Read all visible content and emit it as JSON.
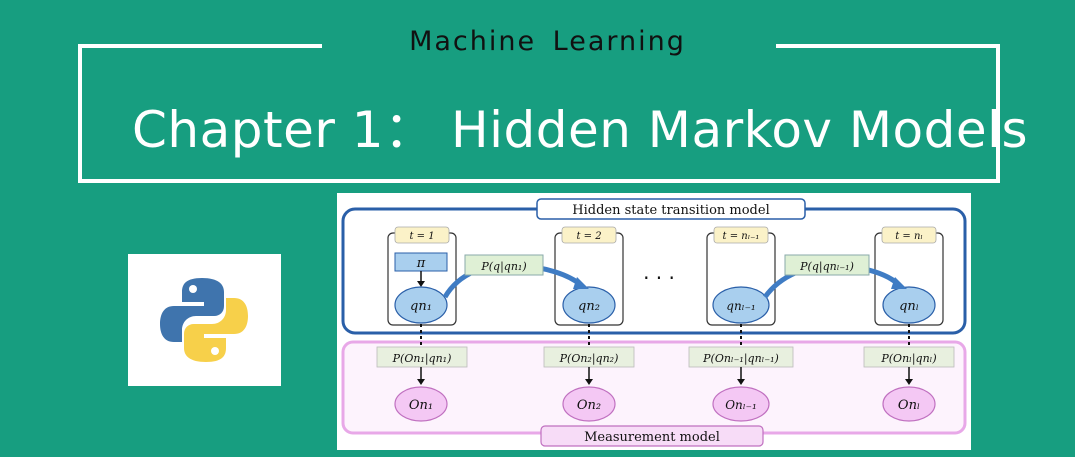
{
  "header": {
    "subtitle": "Machine  Learning",
    "title": "Chapter 1：  Hidden Markov Models"
  },
  "logo": {
    "icon": "python-logo-icon"
  },
  "diagram": {
    "hidden_model_label": "Hidden state transition model",
    "measurement_model_label": "Measurement model",
    "pi_label": "π",
    "ellipsis": "· · ·",
    "columns": [
      {
        "time": "t = 1",
        "state": "qn₁",
        "emission": "P(On₁|qn₁)",
        "obs": "On₁"
      },
      {
        "time": "t = 2",
        "state": "qn₂",
        "emission": "P(On₂|qn₂)",
        "obs": "On₂"
      },
      {
        "time": "t = nₗ₋₁",
        "state": "qnₗ₋₁",
        "emission": "P(Onₗ₋₁|qnₗ₋₁)",
        "obs": "Onₗ₋₁"
      },
      {
        "time": "t = nₗ",
        "state": "qnₗ",
        "emission": "P(Onₗ|qnₗ)",
        "obs": "Onₗ"
      }
    ],
    "transitions": [
      {
        "label": "P(q|qn₁)"
      },
      {
        "label": "P(q|qnₗ₋₁)"
      }
    ],
    "colors": {
      "hidden_border": "#2a5fa8",
      "state_fill": "#a9cfee",
      "measure_border": "#e8a8e8",
      "obs_fill": "#f4c8f4",
      "time_fill": "#fbf2c8",
      "trans_fill": "#dff0d5",
      "emit_fill": "#e8f0df"
    }
  }
}
